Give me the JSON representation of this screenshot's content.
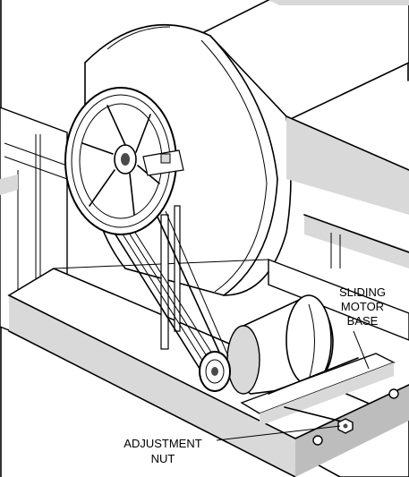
{
  "labels": {
    "sliding_motor_base": [
      "SLIDING",
      "MOTOR",
      "BASE"
    ],
    "adjustment_nut": [
      "ADJUSTMENT",
      "NUT"
    ]
  }
}
